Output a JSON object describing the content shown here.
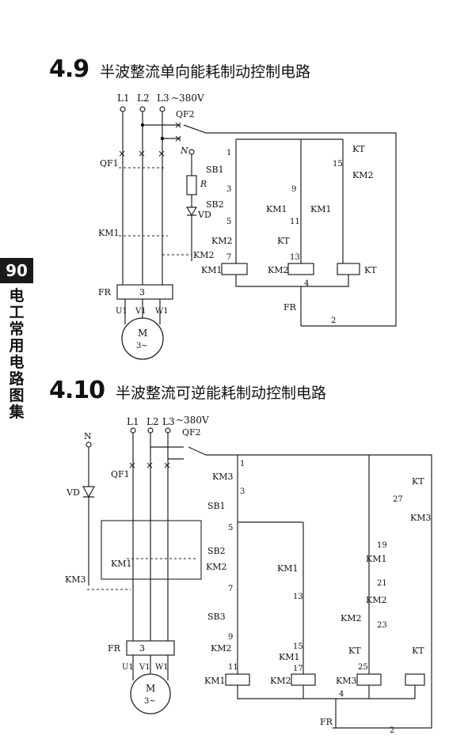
{
  "page": {
    "number": "90",
    "side_title": "电工常用电路图集"
  },
  "sections": [
    {
      "number": "4.9",
      "title": "半波整流单向能耗制动控制电路",
      "supply": {
        "phases": [
          "L1",
          "L2",
          "L3"
        ],
        "voltage": "~380V"
      },
      "labels": {
        "qf1": "QF1",
        "qf2": "QF2",
        "n": "N",
        "r": "R",
        "vd": "VD",
        "km1": "KM1",
        "km2": "KM2",
        "fr": "FR",
        "fr_num": "3",
        "u": "U1",
        "v": "V1",
        "w": "W1",
        "motor": "M",
        "motor_sub": "3~",
        "sb1": "SB1",
        "sb2": "SB2",
        "kt": "KT",
        "nodes": [
          "1",
          "3",
          "5",
          "7",
          "9",
          "11",
          "13",
          "15",
          "4",
          "2"
        ]
      }
    },
    {
      "number": "4.10",
      "title": "半波整流可逆能耗制动控制电路",
      "supply": {
        "phases": [
          "L1",
          "L2",
          "L3"
        ],
        "voltage": "~380V"
      },
      "labels": {
        "qf1": "QF1",
        "qf2": "QF2",
        "n": "N",
        "vd": "VD",
        "km1": "KM1",
        "km2": "KM2",
        "km3": "KM3",
        "fr": "FR",
        "fr_num": "3",
        "u": "U1",
        "v": "V1",
        "w": "W1",
        "motor": "M",
        "motor_sub": "3~",
        "sb1": "SB1",
        "sb2": "SB2",
        "sb3": "SB3",
        "kt": "KT",
        "nodes": [
          "1",
          "3",
          "5",
          "7",
          "9",
          "11",
          "13",
          "15",
          "17",
          "19",
          "21",
          "23",
          "25",
          "27",
          "4",
          "2"
        ]
      }
    }
  ]
}
